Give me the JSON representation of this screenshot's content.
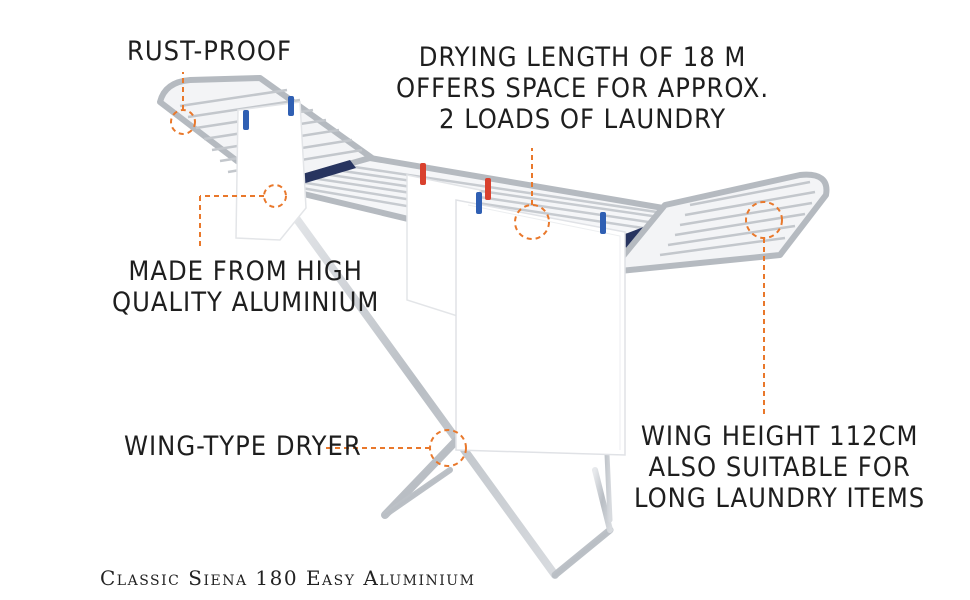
{
  "callouts": {
    "rust_proof": "RUST-PROOF",
    "drying_length": [
      "DRYING LENGTH OF 18 M",
      "OFFERS SPACE FOR APPROX.",
      "2 LOADS OF LAUNDRY"
    ],
    "aluminium": [
      "MADE FROM HIGH",
      "QUALITY ALUMINIUM"
    ],
    "wing_type": "WING-TYPE DRYER",
    "wing_height": [
      "WING HEIGHT 112CM",
      "ALSO SUITABLE FOR",
      "LONG LAUNDRY ITEMS"
    ]
  },
  "caption": "Classic Siena 180 Easy Aluminium",
  "colors": {
    "callout_line": "#e9782b",
    "frame": "#c9cdd2",
    "clip_red": "#d9412e",
    "clip_blue": "#2f5fb3",
    "cap_navy": "#27345f"
  }
}
